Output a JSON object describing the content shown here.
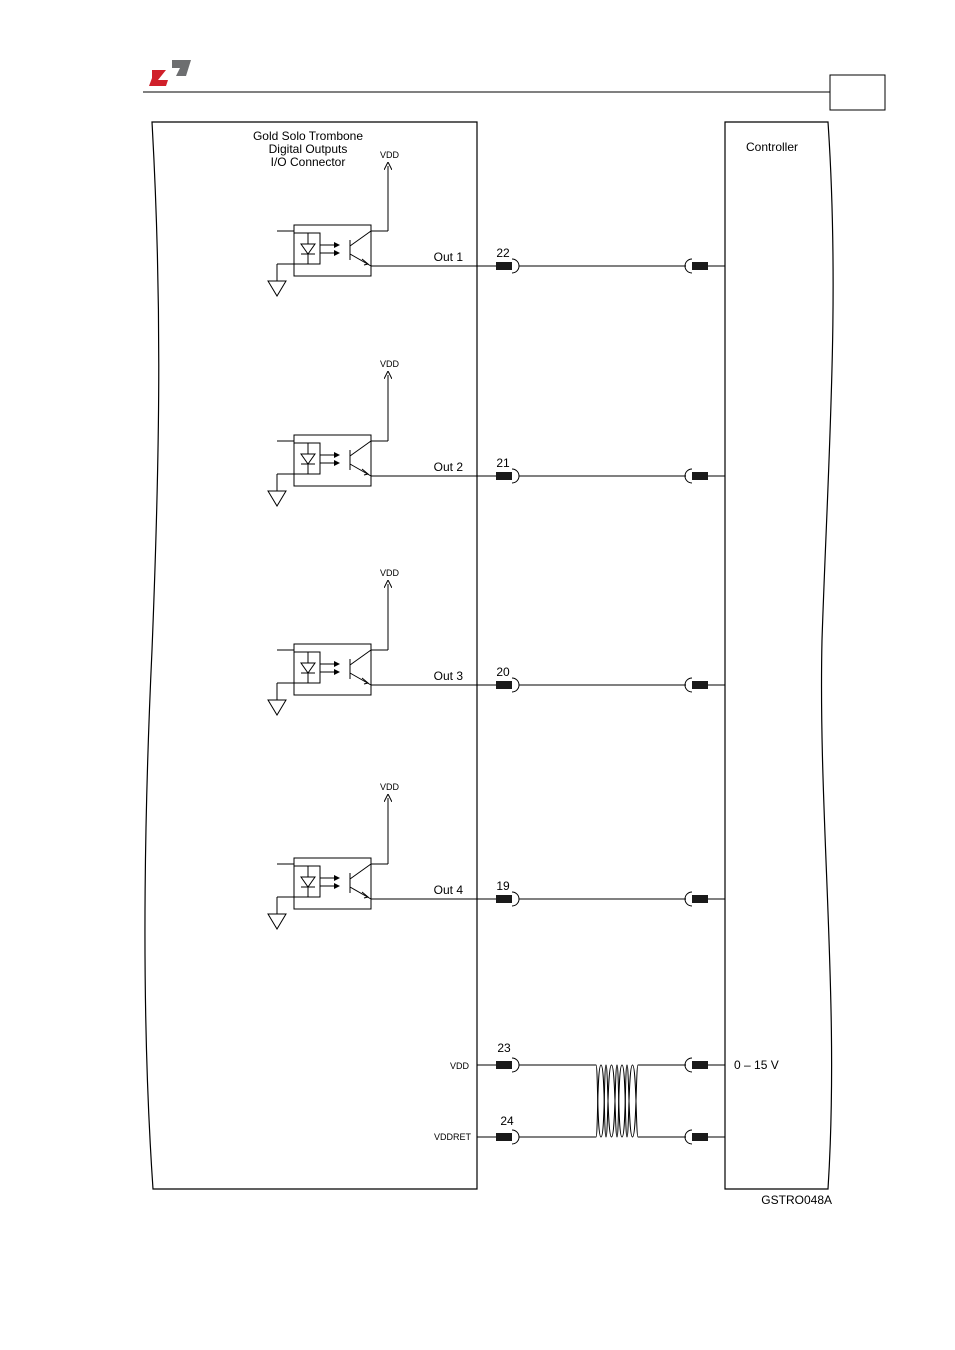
{
  "header": {
    "page_number": "",
    "logo_colors": {
      "red": "#d0202a",
      "gray": "#6d6e70"
    }
  },
  "drive_panel": {
    "title_lines": [
      "Gold Solo Trombone",
      "Digital Outputs",
      "I/O Connector"
    ]
  },
  "controller_panel": {
    "title": "Controller"
  },
  "outputs": [
    {
      "label": "Out 1",
      "pin": "22",
      "vdd_label": "VDD"
    },
    {
      "label": "Out 2",
      "pin": "21",
      "vdd_label": "VDD"
    },
    {
      "label": "Out 3",
      "pin": "20",
      "vdd_label": "VDD"
    },
    {
      "label": "Out 4",
      "pin": "19",
      "vdd_label": "VDD"
    }
  ],
  "supply": {
    "vdd": {
      "label": "VDD",
      "pin": "23"
    },
    "vddret": {
      "label": "VDDRET",
      "pin": "24"
    },
    "voltage_range": "0 – 15 V"
  },
  "figure_id": "GSTRO048A"
}
